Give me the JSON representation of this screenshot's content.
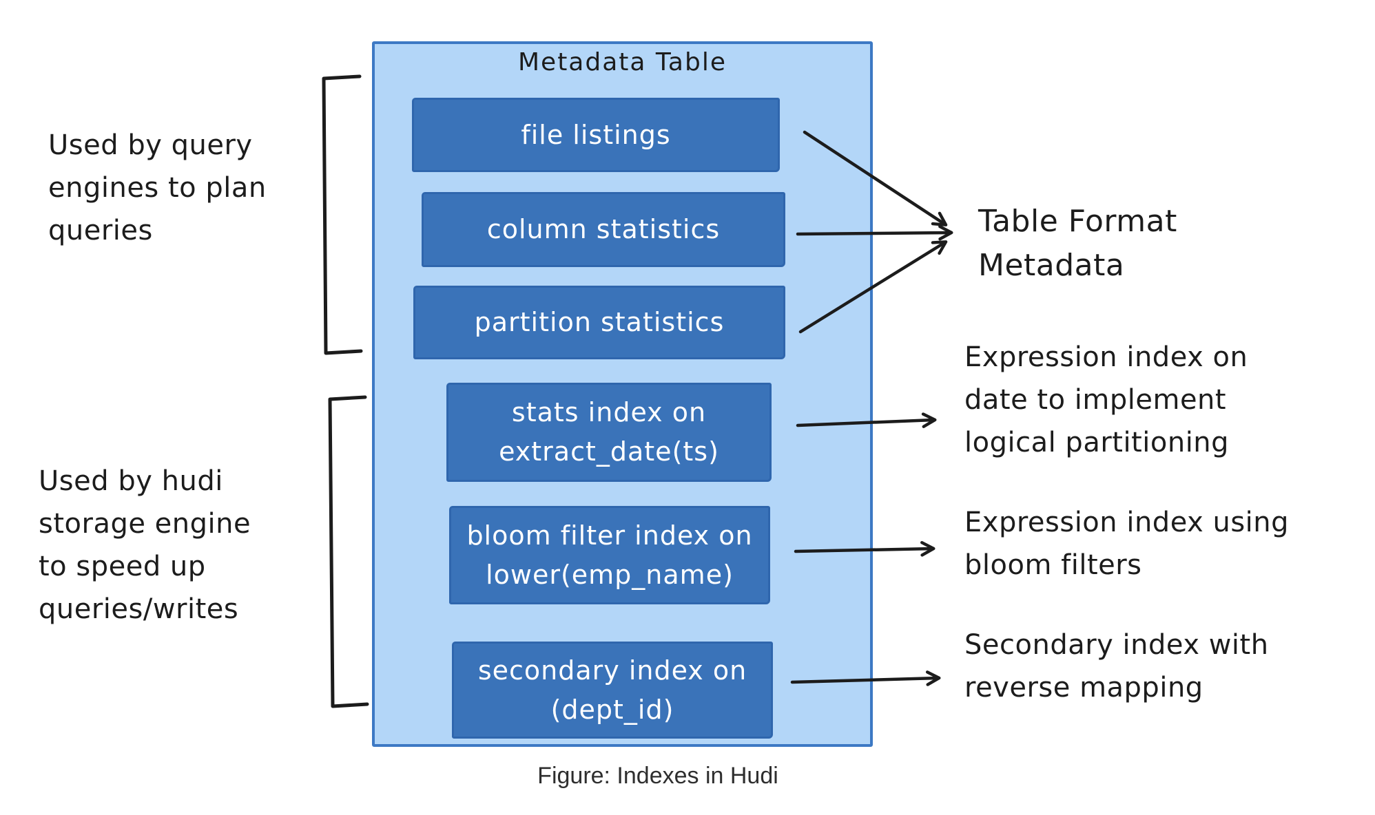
{
  "colors": {
    "panel_fill": "#b3d6f8",
    "panel_border": "#3d79c4",
    "box_fill": "#3a73b9",
    "box_border": "#2f66ad",
    "box_text": "#ffffff",
    "ink": "#1c1c1c",
    "caption_text": "#2e2e2e"
  },
  "panel": {
    "title": "Metadata Table"
  },
  "boxes": [
    {
      "id": "file-listings",
      "lines": [
        "file listings"
      ]
    },
    {
      "id": "column-statistics",
      "lines": [
        "column statistics"
      ]
    },
    {
      "id": "partition-statistics",
      "lines": [
        "partition statistics"
      ]
    },
    {
      "id": "stats-index",
      "lines": [
        "stats index on",
        "extract_date(ts)"
      ]
    },
    {
      "id": "bloom-filter-index",
      "lines": [
        "bloom filter index on",
        "lower(emp_name)"
      ]
    },
    {
      "id": "secondary-index",
      "lines": [
        "secondary index on",
        "(dept_id)"
      ]
    }
  ],
  "left_notes": [
    {
      "lines": [
        "Used by query",
        "engines to plan",
        "queries"
      ]
    },
    {
      "lines": [
        "Used by hudi",
        "storage engine",
        "to speed up",
        "queries/writes"
      ]
    }
  ],
  "right_notes": [
    {
      "lines": [
        "Table Format",
        "Metadata"
      ]
    },
    {
      "lines": [
        "Expression index on",
        "date to implement",
        "logical partitioning"
      ]
    },
    {
      "lines": [
        "Expression index using",
        "bloom filters"
      ]
    },
    {
      "lines": [
        "Secondary index with",
        "reverse mapping"
      ]
    }
  ],
  "caption": "Figure: Indexes in Hudi"
}
